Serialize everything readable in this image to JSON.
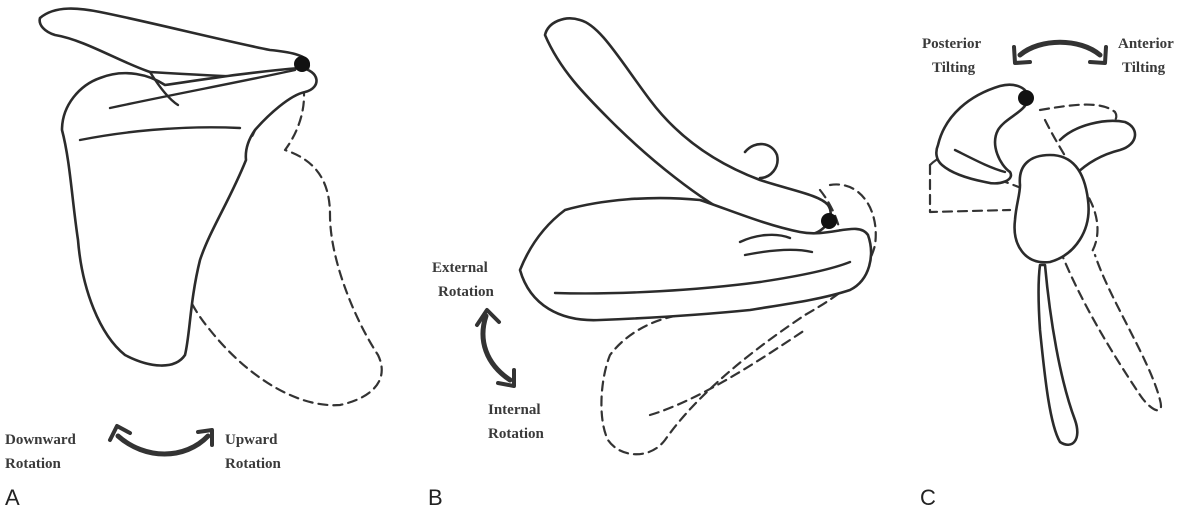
{
  "panels": [
    {
      "letter": "A",
      "labels": {
        "left_1": "Downward",
        "left_2": "Rotation",
        "right_1": "Upward",
        "right_2": "Rotation"
      }
    },
    {
      "letter": "B",
      "labels": {
        "top_1": "External",
        "top_2": "Rotation",
        "bottom_1": "Internal",
        "bottom_2": "Rotation"
      }
    },
    {
      "letter": "C",
      "labels": {
        "left_1": "Posterior",
        "left_2": "Tilting",
        "right_1": "Anterior",
        "right_2": "Tilting"
      }
    }
  ]
}
